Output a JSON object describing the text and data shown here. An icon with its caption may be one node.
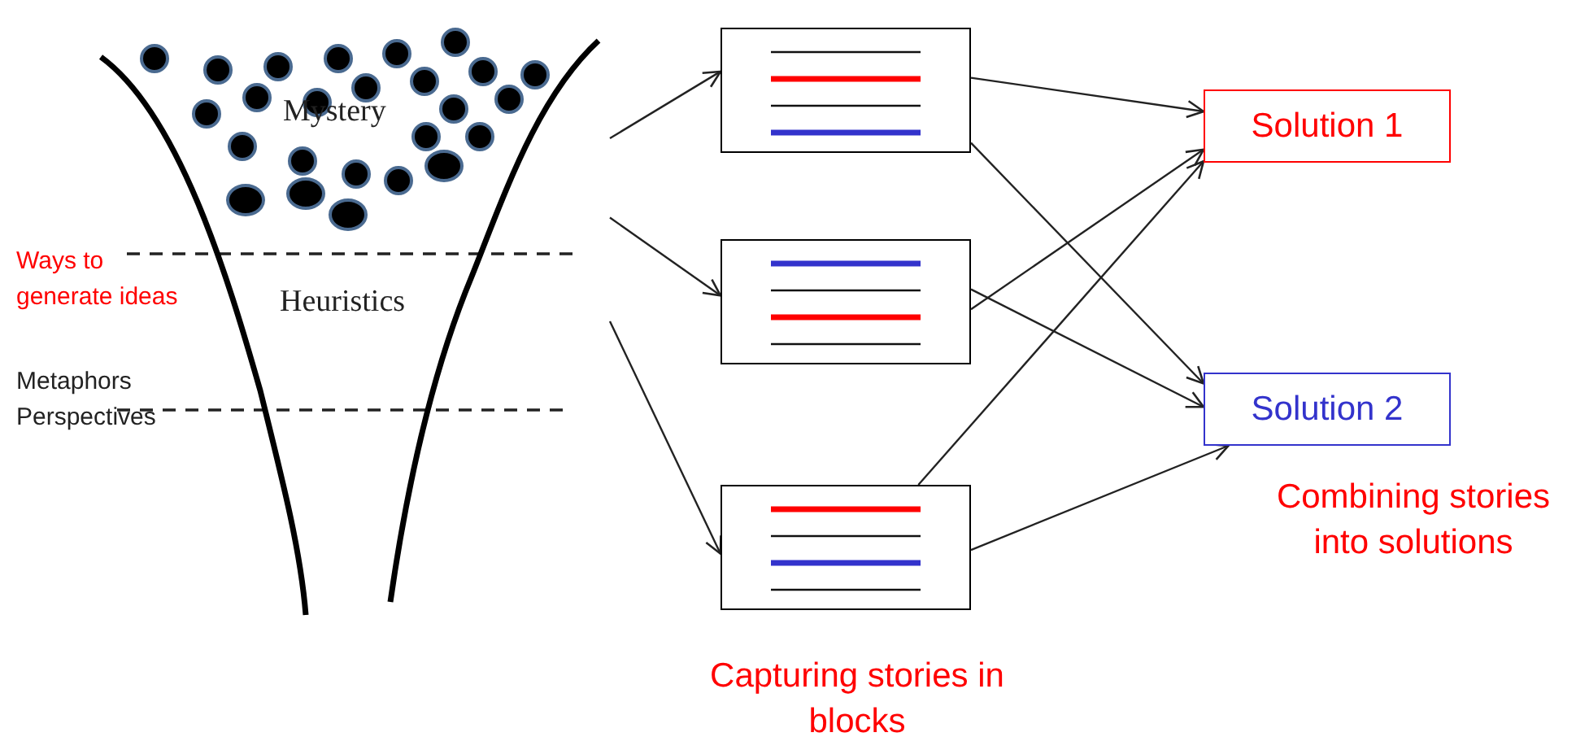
{
  "diagram": {
    "nodes": [
      {
        "text": [
          "Mystery",
          "Heuristics"
        ]
      },
      {
        "text": [],
        "shape": "box"
      },
      {
        "text": [],
        "shape": "box"
      },
      {
        "text": [],
        "shape": "box"
      },
      {
        "text": [
          "Solution 1"
        ]
      },
      {
        "text": [
          "Solution 2"
        ]
      }
    ],
    "edges": [
      {
        "from": 0,
        "to": 1,
        "arrow": "to"
      },
      {
        "from": 0,
        "to": 2,
        "arrow": "to"
      },
      {
        "from": 0,
        "to": 3,
        "arrow": "to"
      },
      {
        "from": 1,
        "to": 4,
        "arrow": "to"
      },
      {
        "from": 1,
        "to": 5,
        "arrow": "to"
      },
      {
        "from": 2,
        "to": 5,
        "arrow": "to"
      },
      {
        "from": 2,
        "to": 4,
        "arrow": "to"
      },
      {
        "from": 3,
        "to": 4,
        "arrow": "to"
      },
      {
        "from": 3,
        "to": 5,
        "arrow": "to"
      }
    ],
    "labels": [
      "Ways to generate ideas",
      "Metaphors",
      "Perspectives",
      "Capturing stories in blocks",
      "Combining stories into solutions"
    ]
  }
}
